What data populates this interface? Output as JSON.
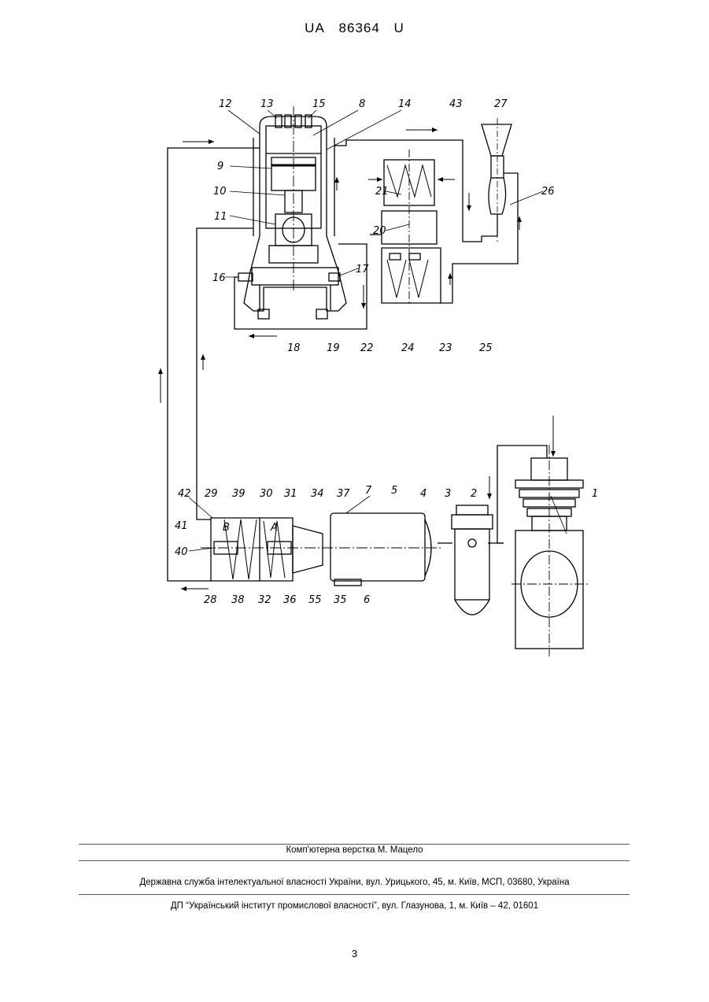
{
  "header": {
    "prefix": "UA",
    "number": "86364",
    "suffix": "U"
  },
  "labels": {
    "n1": "1",
    "n2": "2",
    "n3": "3",
    "n4": "4",
    "n5": "5",
    "n6": "6",
    "n7": "7",
    "n8": "8",
    "n9": "9",
    "n10": "10",
    "n11": "11",
    "n12": "12",
    "n13": "13",
    "n14": "14",
    "n15": "15",
    "n16": "16",
    "n17": "17",
    "n18": "18",
    "n19": "19",
    "n20": "20",
    "n21": "21",
    "n22": "22",
    "n23": "23",
    "n24": "24",
    "n25": "25",
    "n26": "26",
    "n27": "27",
    "n28": "28",
    "n29": "29",
    "n30": "30",
    "n31": "31",
    "n32": "32",
    "n34": "34",
    "n35": "35",
    "n36": "36",
    "n37": "37",
    "n38": "38",
    "n39": "39",
    "n40": "40",
    "n41": "41",
    "n42": "42",
    "n43": "43",
    "n55": "55",
    "chamber_b": "B",
    "chamber_a": "A"
  },
  "footer": {
    "layout": "Комп'ютерна верстка М. Мацело",
    "service": "Державна служба інтелектуальної власності України, вул. Урицького, 45, м. Київ, МСП, 03680, Україна",
    "institute": "ДП “Український інститут промислової власності”, вул. Глазунова, 1, м. Київ – 42, 01601"
  },
  "page_number": "3"
}
